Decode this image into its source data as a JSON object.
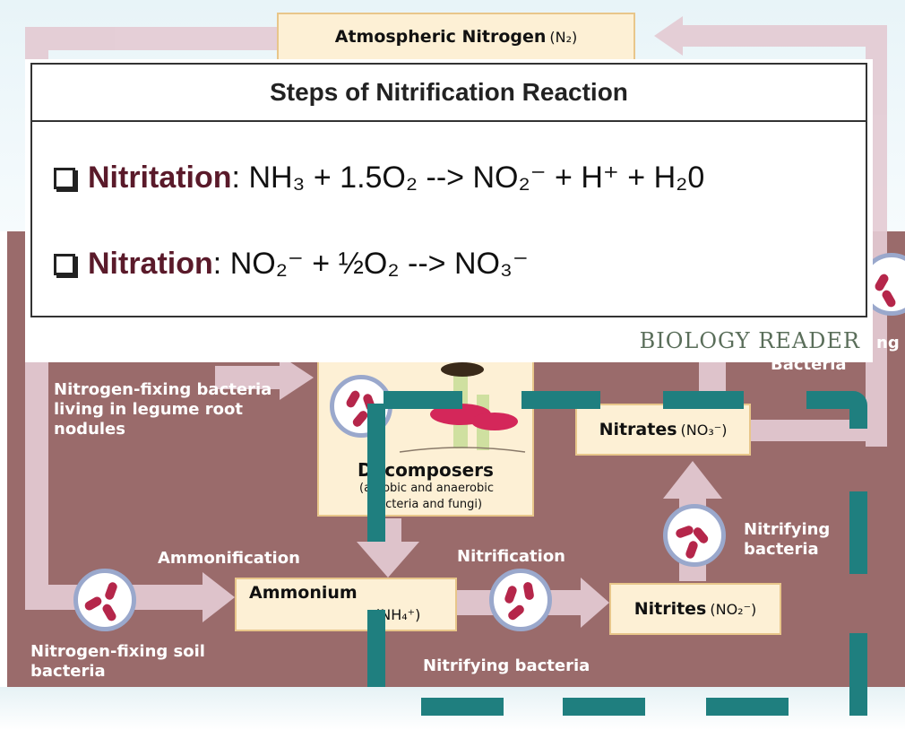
{
  "title_box": {
    "label": "Atmospheric Nitrogen",
    "formula": "(N₂)"
  },
  "overlay": {
    "title": "Steps of Nitrification Reaction",
    "nitritation": {
      "term": "Nitritation",
      "sep": ":",
      "equation": "NH₃ + 1.5O₂ --> NO₂⁻ + H⁺ + H₂0"
    },
    "nitration": {
      "term": "Nitration",
      "sep": ":",
      "equation": "NO₂⁻ + ½O₂ --> NO₃⁻"
    },
    "watermark": "BIOLOGY READER"
  },
  "labels": {
    "legume_bacteria": "Nitrogen-fixing bacteria living in legume root nodules",
    "soil_bacteria": "Nitrogen-fixing soil bacteria",
    "ammonification": "Ammonification",
    "nitrification": "Nitrification",
    "nitrifying_bacteria_bottom": "Nitrifying bacteria",
    "nitrifying_bacteria_right": "Nitrifying bacteria",
    "partial_right_top": "ng",
    "partial_right_bottom": "Bacteria"
  },
  "decomposers": {
    "title": "Decomposers",
    "subtitle": "(aerobic and anaerobic bacteria and fungi)"
  },
  "boxes": {
    "ammonium": {
      "label": "Ammonium",
      "formula": "(NH₄⁺)"
    },
    "nitrites": {
      "label": "Nitrites",
      "formula": "(NO₂⁻)"
    },
    "nitrates": {
      "label": "Nitrates",
      "formula": "(NO₃⁻)"
    }
  },
  "colors": {
    "soil": "#9a6b6b",
    "box_fill": "#fdf0d5",
    "dash": "#1f7f7f",
    "bacteria": "#b5264a",
    "arrow": "#e4cbd4"
  }
}
